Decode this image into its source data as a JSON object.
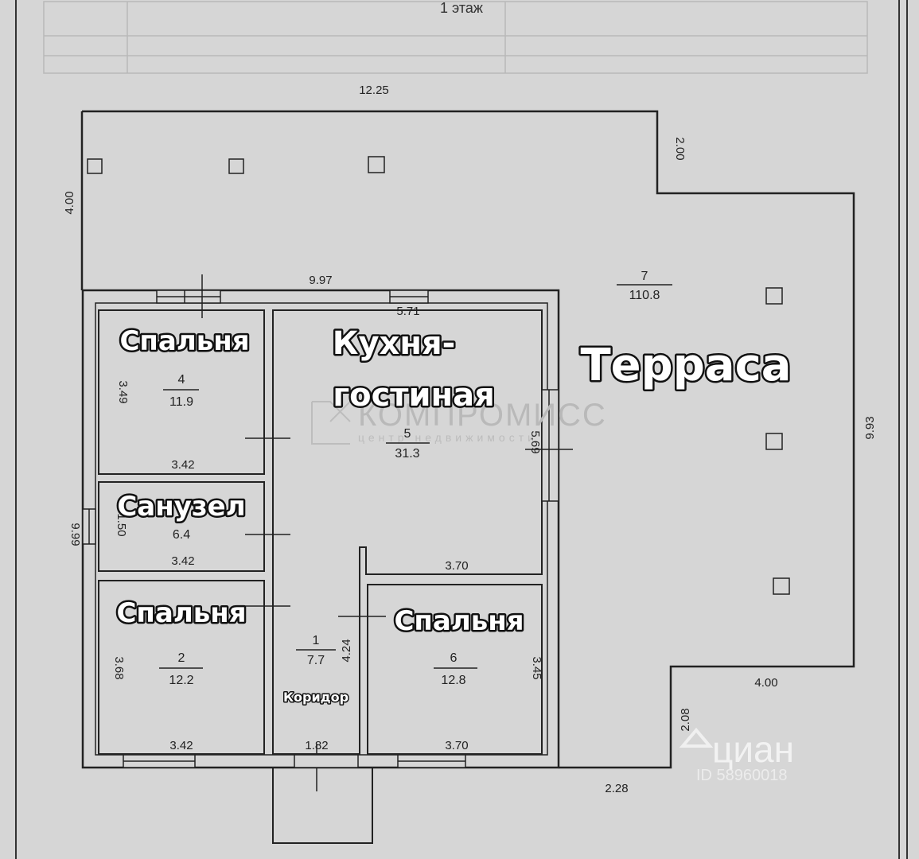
{
  "title": "1 этаж",
  "rooms": {
    "r4": {
      "label": "Спальня",
      "num": "4",
      "area": "11.9"
    },
    "r3": {
      "label": "Санузел",
      "area": "6.4"
    },
    "r2": {
      "label": "Спальня",
      "num": "2",
      "area": "12.2"
    },
    "r5": {
      "label1": "Кухня-",
      "label2": "гостиная",
      "num": "5",
      "area": "31.3"
    },
    "r1": {
      "label": "Коридор",
      "num": "1",
      "area": "7.7"
    },
    "r6": {
      "label": "Спальня",
      "num": "6",
      "area": "12.8"
    },
    "r7": {
      "label": "Терраса",
      "num": "7",
      "area": "110.8"
    }
  },
  "dims": {
    "top_total": "12.25",
    "left_top": "4.00",
    "right_step": "2.00",
    "house_top": "9.97",
    "kitchen_top": "5.71",
    "r4_h": "3.49",
    "r4_w": "3.42",
    "kitchen_h": "5.69",
    "r3_h": "1.50",
    "r3_w": "3.42",
    "left_total": "9.99",
    "right_total": "9.93",
    "kitchen_w": "3.70",
    "corridor_h": "4.24",
    "r2_h": "3.68",
    "r6_h": "3.45",
    "r2_w": "3.42",
    "corridor_w": "1.82",
    "r6_w": "3.70",
    "terrace_step_w": "4.00",
    "terrace_step_h": "2.08",
    "bottom_right": "2.28"
  },
  "watermark": {
    "brand": "КОМПРОМИСС",
    "tagline": "центр недвижимости"
  },
  "cian": {
    "logo": "циан",
    "id": "ID 58960018"
  },
  "colors": {
    "paper": "#d6d6d6",
    "line": "#222222",
    "label_fill": "#ffffff"
  }
}
